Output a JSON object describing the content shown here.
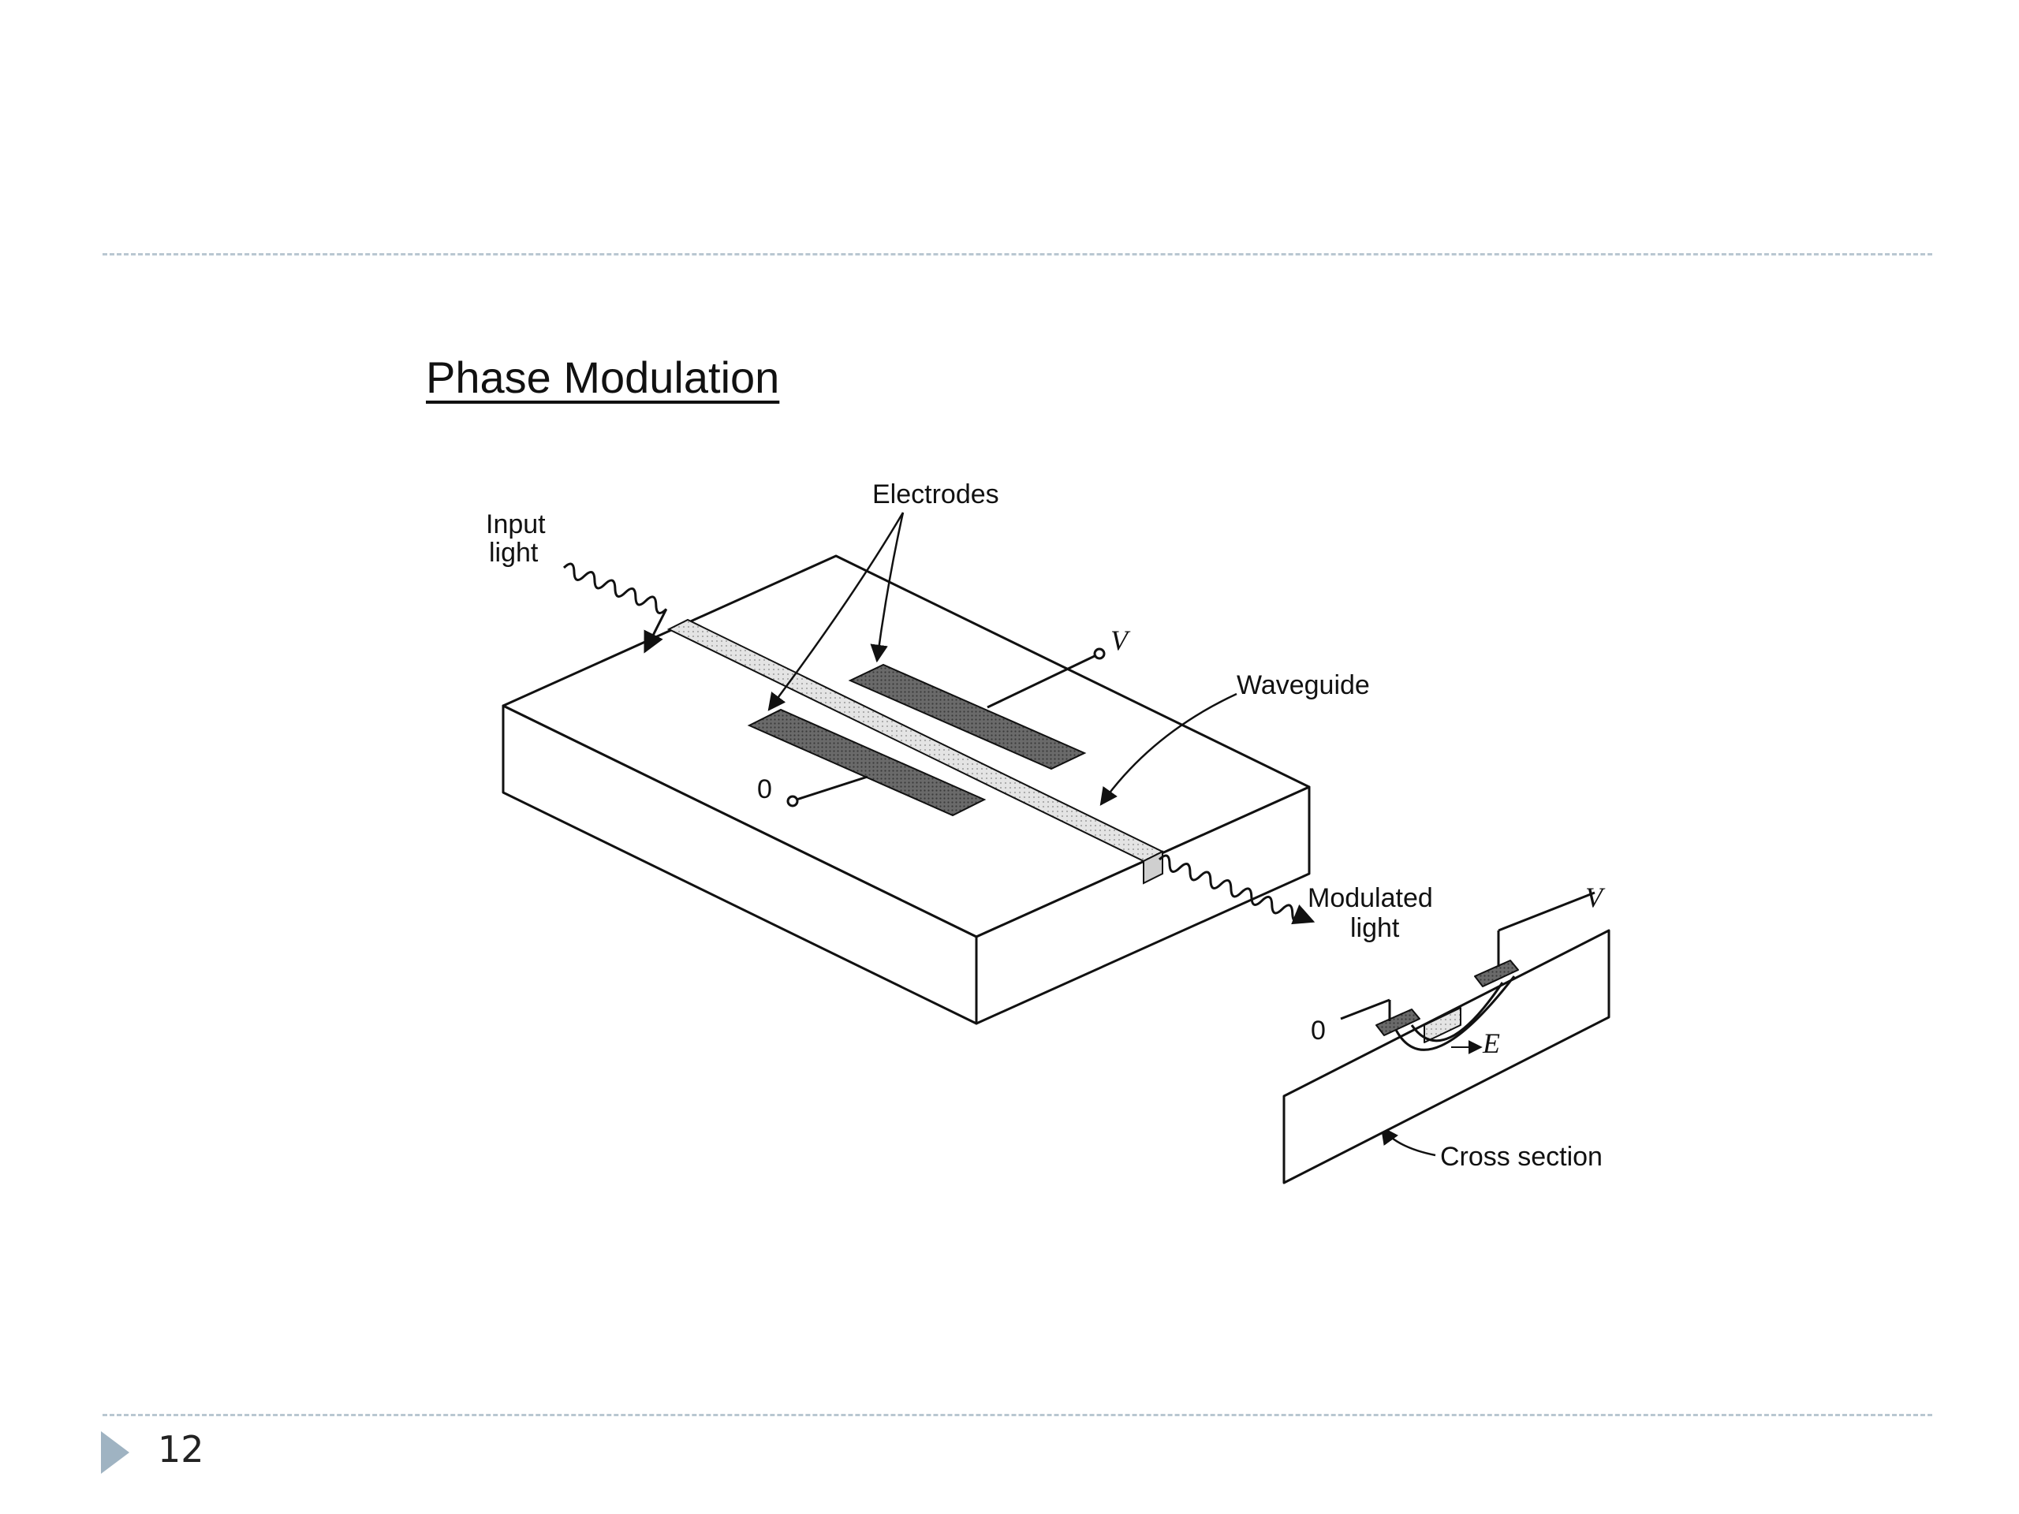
{
  "slide": {
    "title": "Phase Modulation",
    "page_number": "12"
  },
  "diagram": {
    "labels": {
      "input_light_1": "Input",
      "input_light_2": "light",
      "electrodes": "Electrodes",
      "voltage_top": "V",
      "waveguide": "Waveguide",
      "ground_main": "0",
      "modulated_1": "Modulated",
      "modulated_2": "light",
      "voltage_cross": "V",
      "ground_cross": "0",
      "field": "E",
      "cross_section": "Cross section"
    }
  }
}
